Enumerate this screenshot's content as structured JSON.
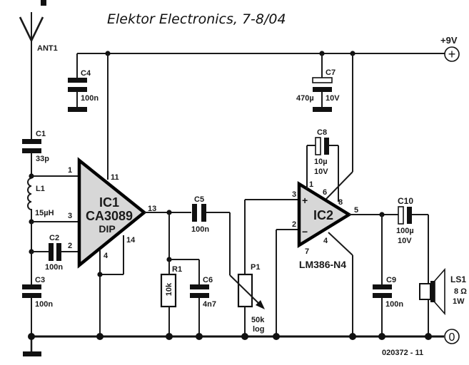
{
  "source_caption": "Elektor Electronics, 7-8/04",
  "drawing_number": "020372 - 11",
  "supply": {
    "positive_label": "+9V",
    "positive_symbol": "+",
    "ground_label": "0"
  },
  "antenna": {
    "ref": "ANT1"
  },
  "ic1": {
    "ref": "IC1",
    "part": "CA3089",
    "package": "DIP",
    "pins": {
      "in1": "1",
      "in3": "3",
      "in2": "2",
      "vcc": "11",
      "out": "13",
      "p14": "14",
      "gnd": "4"
    }
  },
  "ic2": {
    "ref": "IC2",
    "part": "LM386-N4",
    "pins": {
      "plus": "3",
      "minus": "2",
      "g1": "1",
      "vs": "6",
      "g8": "8",
      "out": "5",
      "gnd": "4",
      "byp": "7"
    },
    "plus_sign": "+",
    "minus_sign": "−"
  },
  "components": {
    "C1": {
      "ref": "C1",
      "value": "33p"
    },
    "C2": {
      "ref": "C2",
      "value": "100n"
    },
    "C3": {
      "ref": "C3",
      "value": "100n"
    },
    "C4": {
      "ref": "C4",
      "value": "100n"
    },
    "C5": {
      "ref": "C5",
      "value": "100n"
    },
    "C6": {
      "ref": "C6",
      "value": "4n7"
    },
    "C7": {
      "ref": "C7",
      "value": "470µ",
      "voltage": "10V"
    },
    "C8": {
      "ref": "C8",
      "value": "10µ",
      "voltage": "10V"
    },
    "C9": {
      "ref": "C9",
      "value": "100n"
    },
    "C10": {
      "ref": "C10",
      "value": "100µ",
      "voltage": "10V"
    },
    "L1": {
      "ref": "L1",
      "value": "15µH"
    },
    "R1": {
      "ref": "R1",
      "value": "10k"
    },
    "P1": {
      "ref": "P1",
      "value": "50k",
      "taper": "log"
    },
    "LS1": {
      "ref": "LS1",
      "impedance": "8 Ω",
      "power": "1W"
    }
  }
}
